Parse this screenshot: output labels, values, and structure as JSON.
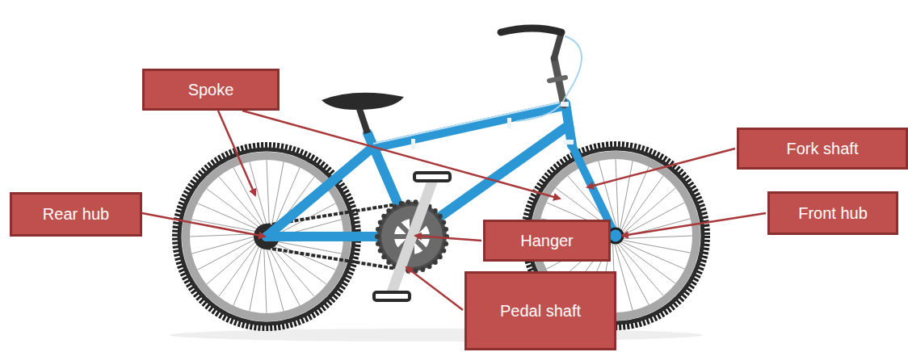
{
  "diagram": {
    "nodes": [
      {
        "text": [
          "Spoke"
        ]
      },
      {
        "text": [
          "Fork shaft"
        ]
      },
      {
        "text": [
          "Rear hub"
        ]
      },
      {
        "text": [
          "Front hub"
        ]
      },
      {
        "text": [
          "Hanger"
        ]
      },
      {
        "text": [
          "Pedal shaft"
        ]
      }
    ]
  }
}
